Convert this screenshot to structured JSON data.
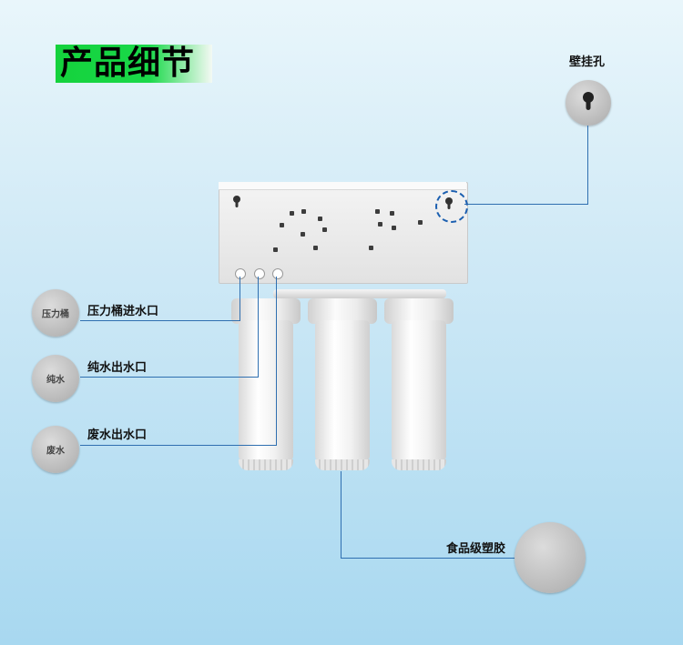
{
  "title": "产品细节",
  "callouts": {
    "wall_hole": "壁挂孔",
    "pressure_inlet": "压力桶进水口",
    "pure_outlet": "纯水出水口",
    "waste_outlet": "废水出水口",
    "food_plastic": "食品级塑胶"
  },
  "badges": {
    "pressure_tank": "压力桶",
    "pure_water": "纯水",
    "waste_water": "废水"
  },
  "colors": {
    "title_bg": "#14d23c",
    "leader_line": "#2f6fb0"
  }
}
